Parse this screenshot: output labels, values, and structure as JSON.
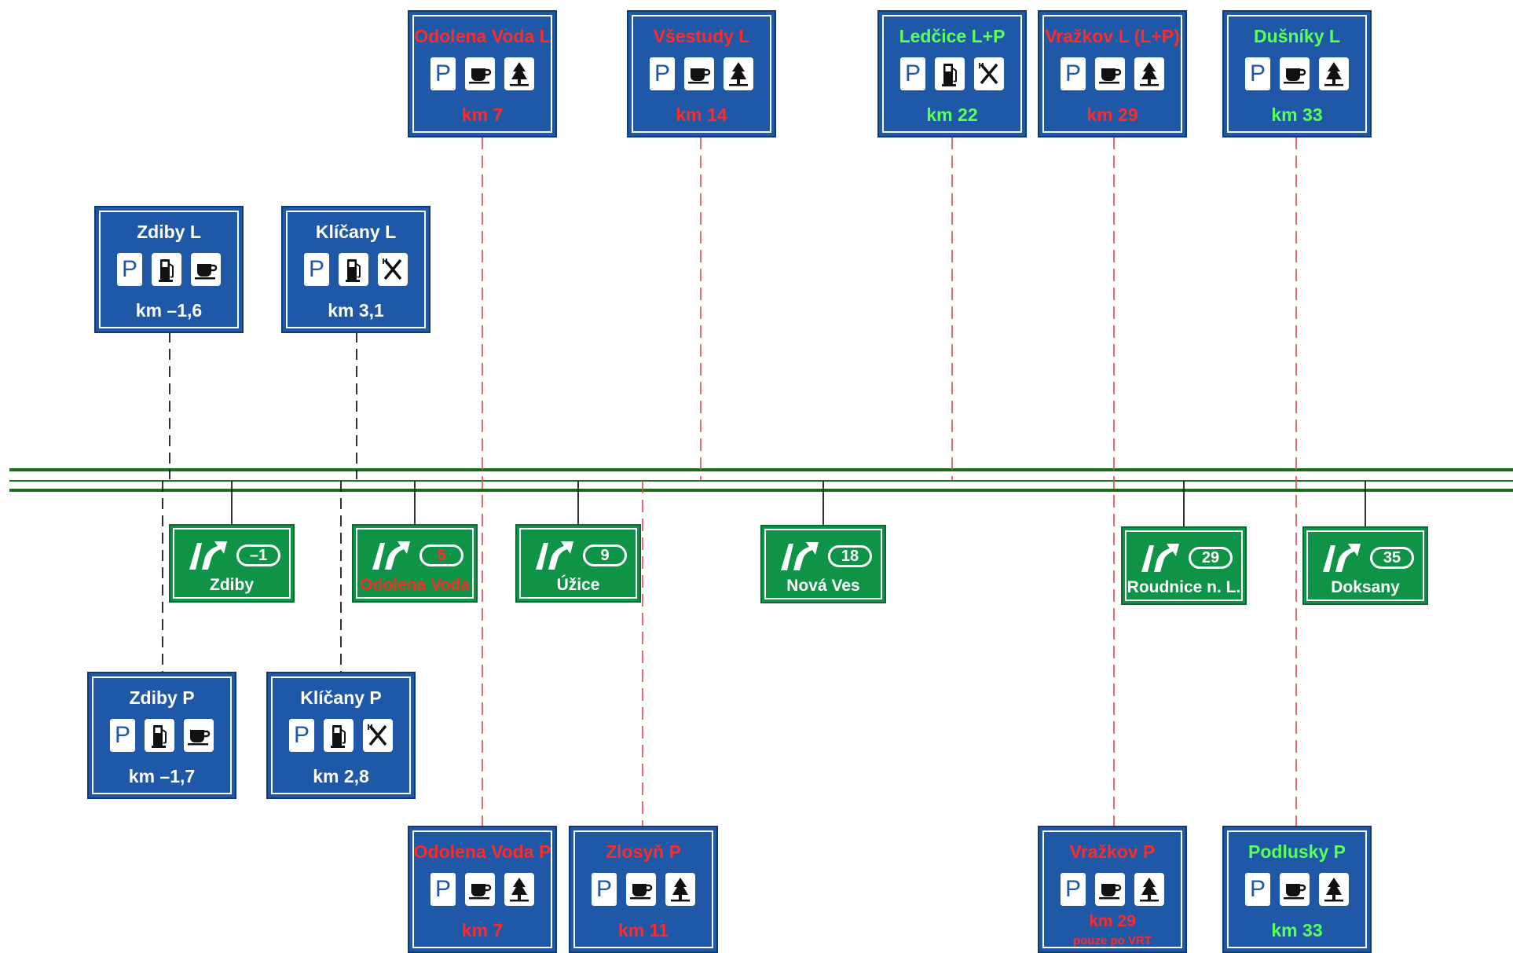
{
  "signs_top": [
    {
      "id": "odolena-voda-l",
      "name": "Odolena Voda L",
      "km": "km 7",
      "icons": [
        "parking",
        "coffee",
        "rest"
      ],
      "color": "#ff2a2a"
    },
    {
      "id": "veltrusy-l",
      "name": "Všestudy L",
      "km": "km 14",
      "icons": [
        "parking",
        "coffee",
        "rest"
      ],
      "color": "#ff2a2a"
    },
    {
      "id": "ledcice",
      "name": "Ledčice L+P",
      "km": "km 22",
      "icons": [
        "parking",
        "fuel",
        "restaurant"
      ],
      "color": "#5bff5b"
    },
    {
      "id": "vrasikov-l",
      "name": "Vražkov L (L+P)",
      "km": "km 29",
      "icons": [
        "parking",
        "coffee",
        "rest"
      ],
      "color": "#ff2a2a"
    },
    {
      "id": "dusniky-l",
      "name": "Dušníky L",
      "km": "km 33",
      "icons": [
        "parking",
        "coffee",
        "rest"
      ],
      "color": "#5bff5b"
    },
    {
      "id": "zdiby-l",
      "name": "Zdiby L",
      "km": "km –1,6",
      "icons": [
        "parking",
        "fuel",
        "coffee"
      ],
      "color": "#ffffff"
    },
    {
      "id": "klicany-l",
      "name": "Klíčany L",
      "km": "km 3,1",
      "icons": [
        "parking",
        "fuel",
        "restaurant"
      ],
      "color": "#ffffff"
    }
  ],
  "signs_bottom": [
    {
      "id": "zdiby-p",
      "name": "Zdiby P",
      "km": "km –1,7",
      "icons": [
        "parking",
        "fuel",
        "coffee"
      ],
      "color": "#ffffff"
    },
    {
      "id": "klicany-p",
      "name": "Klíčany P",
      "km": "km 2,8",
      "icons": [
        "parking",
        "fuel",
        "restaurant"
      ],
      "color": "#ffffff"
    },
    {
      "id": "odolena-voda-p",
      "name": "Odolena Voda P",
      "km": "km 7",
      "icons": [
        "parking",
        "coffee",
        "rest"
      ],
      "color": "#ff2a2a"
    },
    {
      "id": "zlosyn-p",
      "name": "Zlosyň P",
      "km": "km 11",
      "icons": [
        "parking",
        "coffee",
        "rest"
      ],
      "color": "#ff2a2a"
    },
    {
      "id": "vrasikov-p",
      "name": "Vražkov P",
      "km": "km 29",
      "note": "pouze po VRT",
      "icons": [
        "parking",
        "coffee",
        "rest"
      ],
      "color": "#ff2a2a"
    },
    {
      "id": "podlusky-p",
      "name": "Podlusky P",
      "km": "km 33",
      "icons": [
        "parking",
        "coffee",
        "rest"
      ],
      "color": "#5bff5b"
    }
  ],
  "exits": [
    {
      "id": "zdiby",
      "number": "–1",
      "town": "Zdiby",
      "color": "#ffffff"
    },
    {
      "id": "odolena-voda",
      "number": "5",
      "town": "Odolena Voda",
      "color": "#ff2a2a"
    },
    {
      "id": "uzice",
      "number": "9",
      "town": "Úžice",
      "color": "#ffffff"
    },
    {
      "id": "nova-ves",
      "number": "18",
      "town": "Nová Ves",
      "color": "#ffffff"
    },
    {
      "id": "roudnice",
      "number": "29",
      "town": "Roudnice n. L.",
      "color": "#ffffff"
    },
    {
      "id": "doksany",
      "number": "35",
      "town": "Doksany",
      "color": "#ffffff"
    }
  ],
  "colors": {
    "sign_blue": "#1f58a6",
    "exit_green": "#0f9447",
    "road_green": "#1a6e1a",
    "planned": "#ff2a2a",
    "proposed": "#5bff5b",
    "existing_line": "#000000"
  }
}
